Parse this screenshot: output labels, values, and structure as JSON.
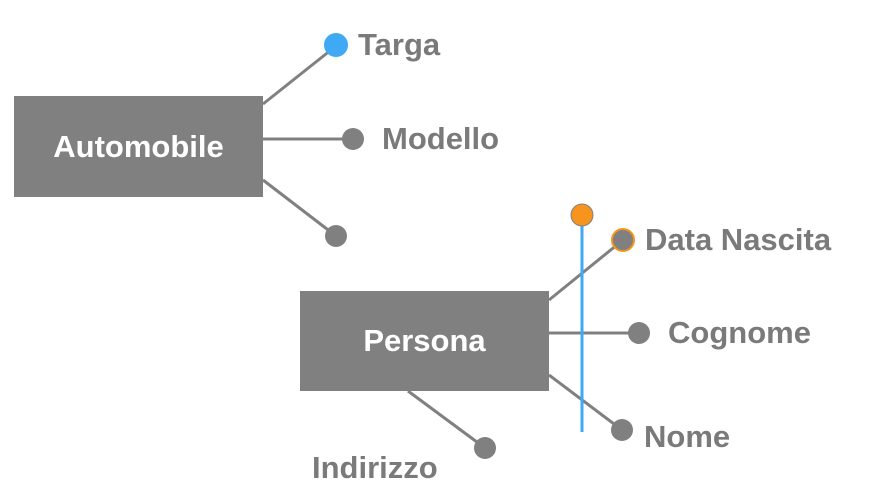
{
  "colors": {
    "background": "#ffffff",
    "entity_fill": "#808080",
    "entity_text": "#ffffff",
    "attribute_text": "#7a7a7a",
    "line": "#808080",
    "dot_default": "#808080",
    "key_dot_blue": "#3fa9f5",
    "key_dot_orange": "#f7941d",
    "composite_key_line": "#3fa9f5"
  },
  "entities": {
    "automobile": {
      "label": "Automobile",
      "attributes": {
        "targa": {
          "label": "Targa",
          "is_key": true
        },
        "modello": {
          "label": "Modello",
          "is_key": false
        },
        "unlabeled": {
          "label": "",
          "is_key": false
        }
      }
    },
    "persona": {
      "label": "Persona",
      "attributes": {
        "data_nascita": {
          "label": "Data Nascita",
          "in_composite_key": true
        },
        "cognome": {
          "label": "Cognome",
          "in_composite_key": true
        },
        "nome": {
          "label": "Nome",
          "in_composite_key": true
        },
        "indirizzo": {
          "label": "Indirizzo",
          "in_composite_key": false
        }
      }
    }
  }
}
